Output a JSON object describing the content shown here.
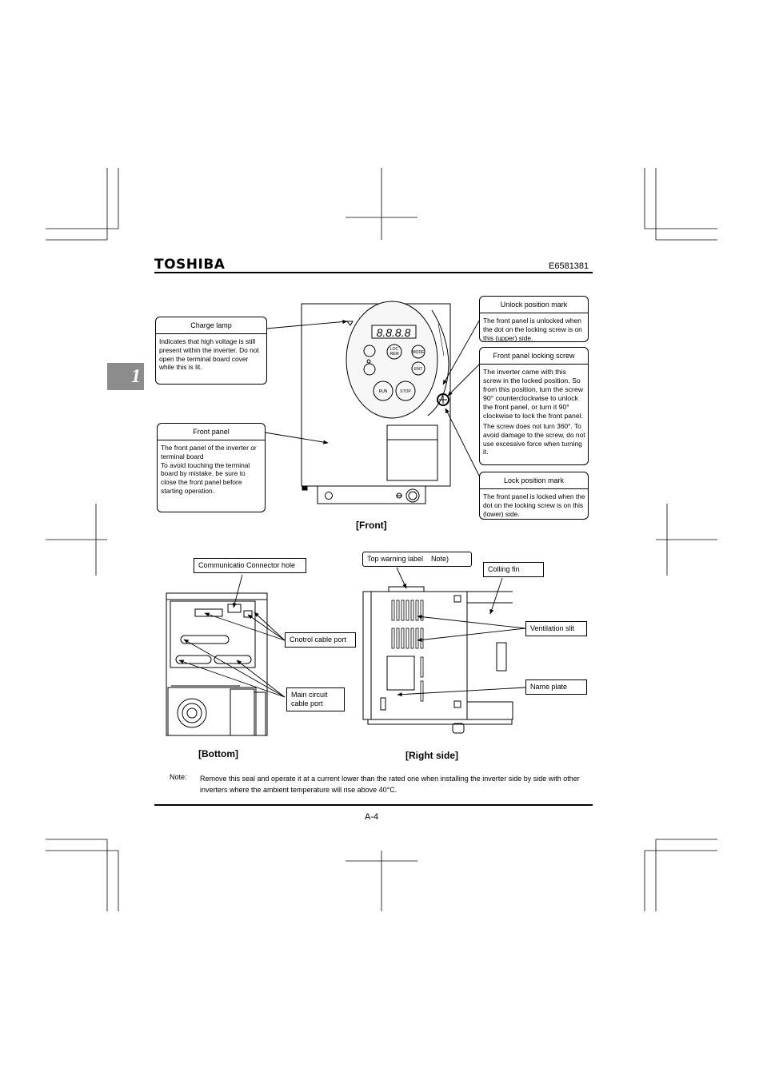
{
  "header": {
    "brand": "TOSHIBA",
    "doc_code": "E6581381"
  },
  "chapter_tab": "1",
  "front": {
    "caption": "[Front]",
    "charge_lamp": {
      "title": "Charge lamp",
      "body": "Indicates that high voltage is still present within the inverter. Do not open the terminal board cover while this is lit."
    },
    "front_panel": {
      "title": "Front panel",
      "body": "The front panel of the inverter or terminal board\nTo avoid touching the terminal board by mistake, be sure to close the front panel before starting operation."
    },
    "unlock_mark": {
      "title": "Unlock position mark",
      "body": "The front panel is unlocked when the dot on the locking screw is on this (upper) side."
    },
    "locking_screw": {
      "title": "Front panel locking screw",
      "body": "The inverter came with this screw in the locked position. So from this position, turn the screw 90° counterclockwise to unlock the front panel, or turn it 90° clockwise to lock the front panel.",
      "warning": "The screw does not turn 360°. To avoid damage to the screw, do not use excessive force when turning it."
    },
    "lock_mark": {
      "title": "Lock position mark",
      "body": "The front panel is locked when the dot on the locking screw is on this (lower) side."
    },
    "keypad": {
      "display": "8.8.8.8",
      "keys": [
        "LOC REM",
        "MODE",
        "ENT",
        "RUN",
        "STOP"
      ]
    }
  },
  "bottom": {
    "caption": "[Bottom]",
    "labels": {
      "comm_connector": "Communicatio Connector hole",
      "control_cable": "Cnotrol cable port",
      "main_circuit": "Main circuit cable port"
    }
  },
  "right_side": {
    "caption": "[Right side]",
    "labels": {
      "top_warning": "Top warning label    Note)",
      "cooling_fin": "Colling fin",
      "ventilation": "Ventilation slit",
      "name_plate": "Name plate"
    }
  },
  "note": {
    "label": "Note:",
    "text": "Remove this seal and operate it at a current lower than the rated one when installing the inverter side by side with other inverters where the ambient temperature will rise above 40°C."
  },
  "footer": {
    "page": "A-4"
  }
}
